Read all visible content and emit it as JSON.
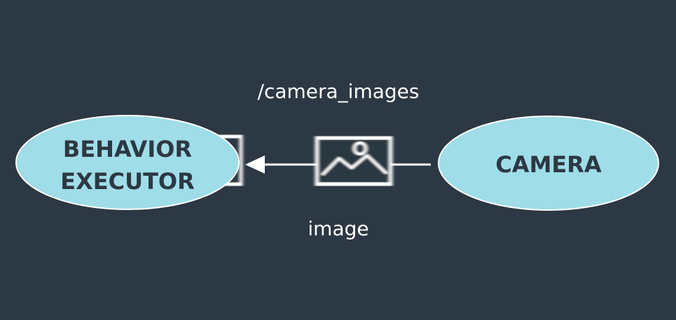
{
  "diagram": {
    "topic_label": "/camera_images",
    "message_label": "image",
    "nodes": {
      "subscriber": {
        "line1": "BEHAVIOR",
        "line2": "EXECUTOR"
      },
      "publisher": {
        "label": "CAMERA"
      }
    },
    "colors": {
      "background": "#2c3843",
      "node_fill": "#9fdde8",
      "node_stroke": "#ffffff",
      "node_text": "#2c3843",
      "edge": "#ffffff",
      "label_text": "#ffffff"
    },
    "icons": {
      "message": "image-icon",
      "queued_message": "image-icon-partial"
    }
  }
}
